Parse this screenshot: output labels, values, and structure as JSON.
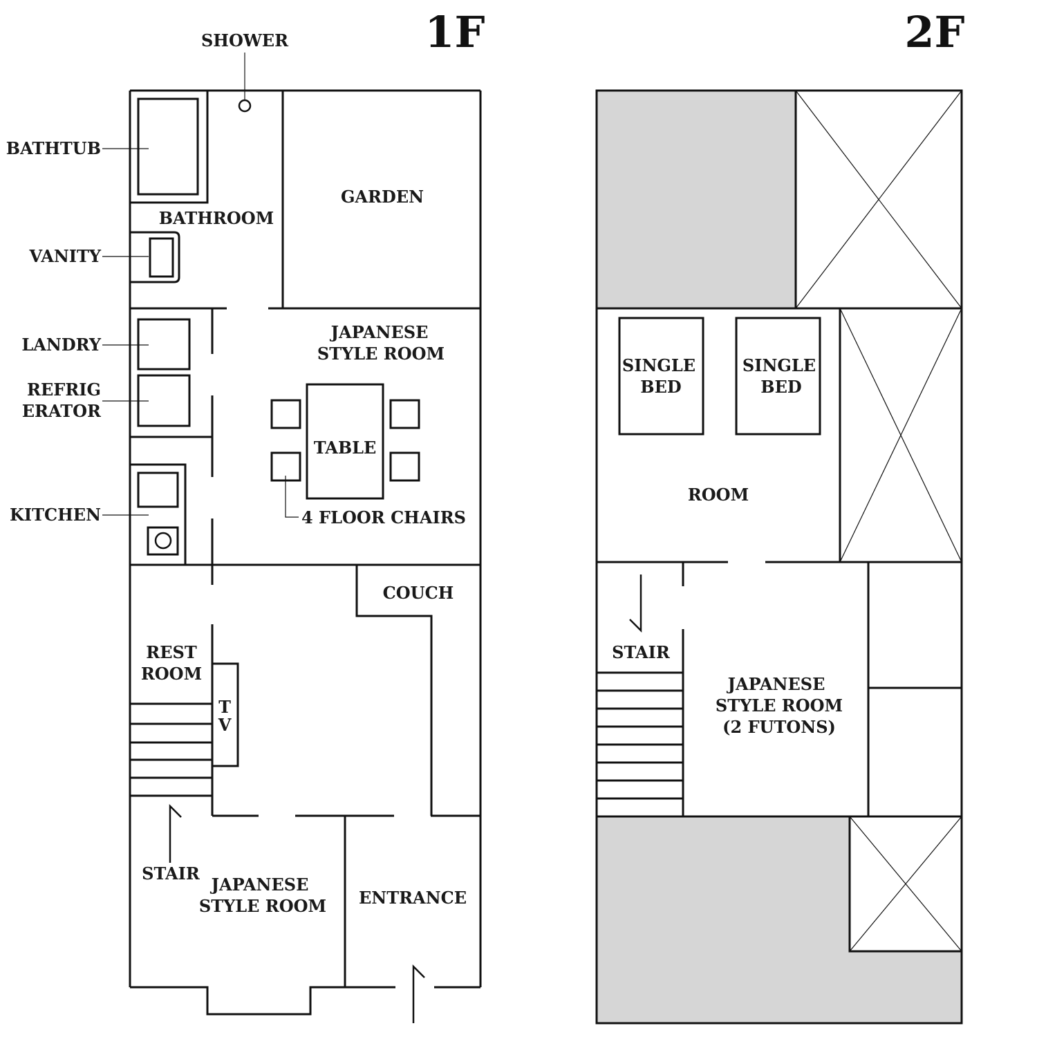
{
  "colors": {
    "line": "#111111",
    "shade": "#d6d6d6",
    "background": "#ffffff"
  },
  "floor1": {
    "title": "1F",
    "labels": {
      "shower": "SHOWER",
      "bathtub": "BATHTUB",
      "bathroom": "BATHROOM",
      "vanity": "VANITY",
      "garden": "GARDEN",
      "landry": "LANDRY",
      "refrig_1": "REFRIG",
      "refrig_2": "ERATOR",
      "kitchen": "KITCHEN",
      "jp_room_1": "JAPANESE",
      "jp_room_2": "STYLE ROOM",
      "table": "TABLE",
      "floor_chairs": "4 FLOOR CHAIRS",
      "couch": "COUCH",
      "rest_1": "REST",
      "rest_2": "ROOM",
      "tv_1": "T",
      "tv_2": "V",
      "stair": "STAIR",
      "jp_room2_1": "JAPANESE",
      "jp_room2_2": "STYLE ROOM",
      "entrance": "ENTRANCE"
    }
  },
  "floor2": {
    "title": "2F",
    "labels": {
      "bed1_1": "SINGLE",
      "bed1_2": "BED",
      "bed2_1": "SINGLE",
      "bed2_2": "BED",
      "room": "ROOM",
      "stair": "STAIR",
      "jp_room_1": "JAPANESE",
      "jp_room_2": "STYLE ROOM",
      "jp_room_3": "(2 FUTONS)"
    }
  }
}
